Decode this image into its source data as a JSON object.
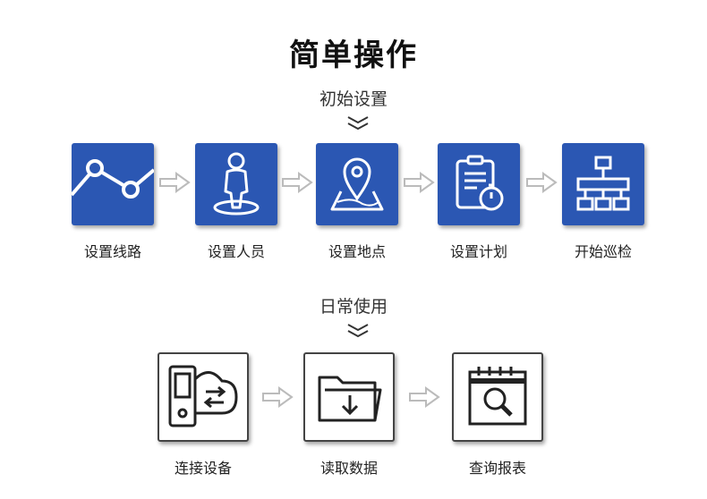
{
  "title": "简单操作",
  "initial_setup": {
    "label": "初始设置",
    "steps": [
      {
        "label": "设置线路",
        "icon": "route-chart-icon"
      },
      {
        "label": "设置人员",
        "icon": "person-pin-icon"
      },
      {
        "label": "设置地点",
        "icon": "map-location-icon"
      },
      {
        "label": "设置计划",
        "icon": "clipboard-timer-icon"
      },
      {
        "label": "开始巡检",
        "icon": "org-chart-icon"
      }
    ]
  },
  "daily_use": {
    "label": "日常使用",
    "steps": [
      {
        "label": "连接设备",
        "icon": "device-cloud-sync-icon"
      },
      {
        "label": "读取数据",
        "icon": "folder-download-icon"
      },
      {
        "label": "查询报表",
        "icon": "calendar-search-icon"
      }
    ]
  },
  "colors": {
    "accent": "#2b57b3",
    "arrow": "#bbbbbb",
    "frame": "#444444"
  }
}
